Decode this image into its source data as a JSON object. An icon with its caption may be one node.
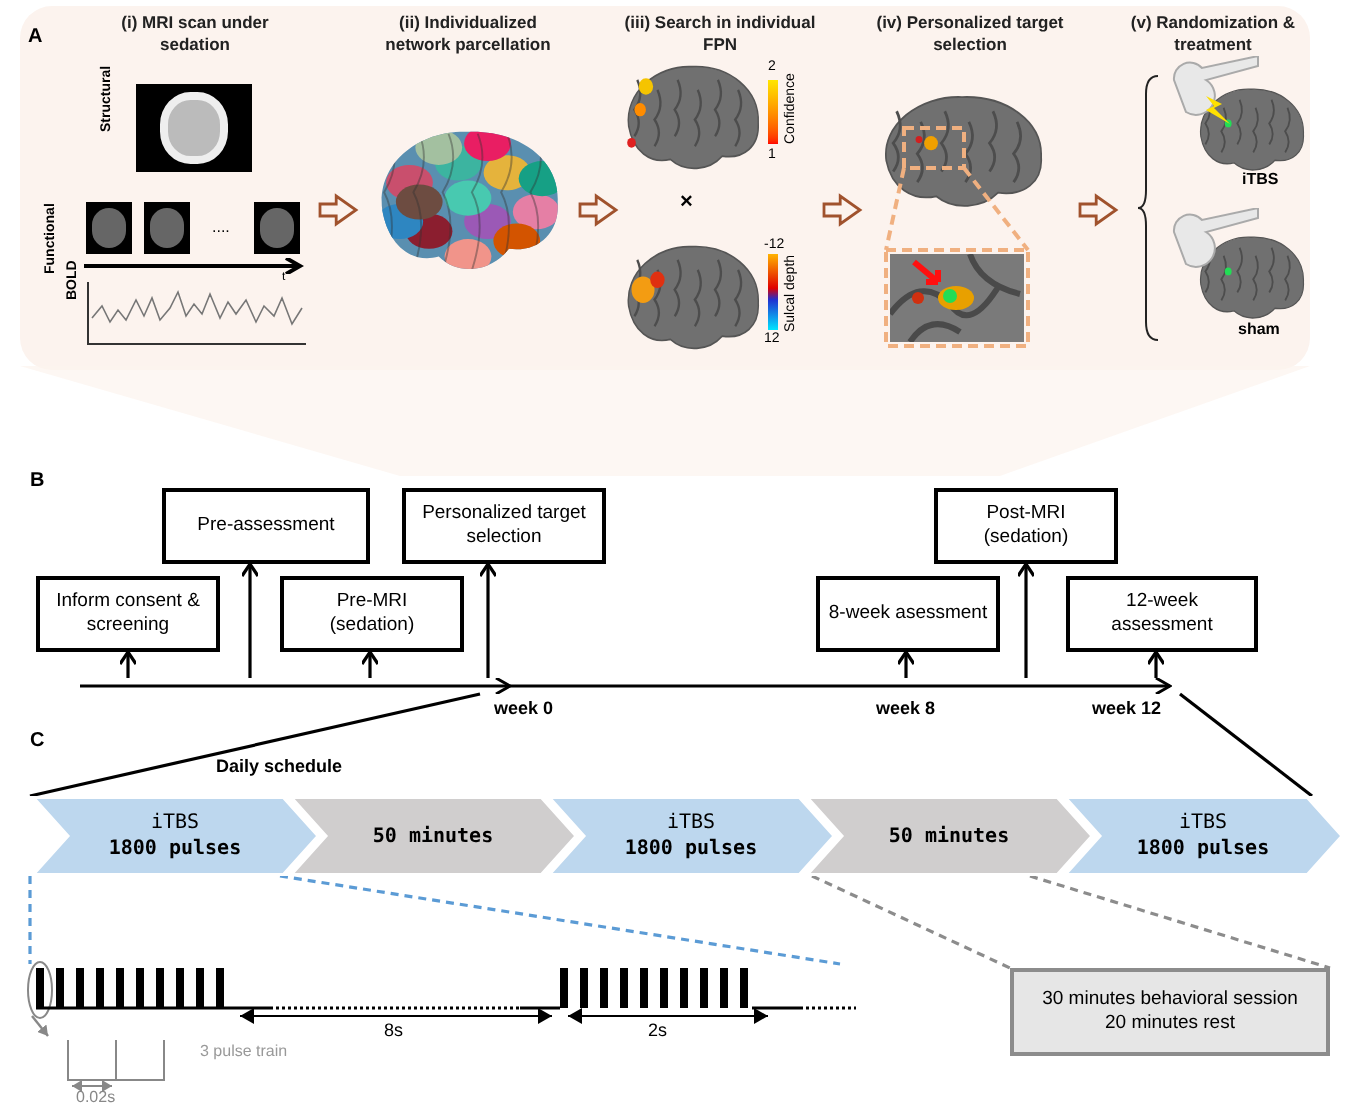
{
  "diagram": {
    "nodes": [
      {
        "text": [
          "(i) MRI scan under sedation"
        ]
      },
      {
        "text": [
          "(ii) Individualized network parcellation"
        ]
      },
      {
        "text": [
          "(iii) Search in individual FPN"
        ]
      },
      {
        "text": [
          "(iv) Personalized target selection"
        ]
      },
      {
        "text": [
          "(v) Randomization & treatment"
        ]
      },
      {
        "text": [
          "Inform consent & screening"
        ]
      },
      {
        "text": [
          "Pre-assessment"
        ]
      },
      {
        "text": [
          "Pre-MRI (sedation)"
        ]
      },
      {
        "text": [
          "Personalized target selection"
        ]
      },
      {
        "text": [
          "8-week asessment"
        ]
      },
      {
        "text": [
          "Post-MRI (sedation)"
        ]
      },
      {
        "text": [
          "12-week assessment"
        ]
      },
      {
        "text": [
          "iTBS",
          "1800 pulses"
        ]
      },
      {
        "text": [
          "50 minutes"
        ]
      },
      {
        "text": [
          "iTBS",
          "1800 pulses"
        ]
      },
      {
        "text": [
          "50 minutes"
        ]
      },
      {
        "text": [
          "iTBS",
          "1800 pulses"
        ]
      },
      {
        "text": [
          "30 minutes behavioral session",
          "20 minutes rest"
        ]
      },
      {
        "text": [],
        "shape": "bar"
      },
      {
        "text": [],
        "shape": "picture"
      }
    ],
    "edges": [
      {
        "from": 0,
        "to": 1,
        "arrow": "to"
      },
      {
        "from": 1,
        "to": 2,
        "arrow": "to"
      },
      {
        "from": 2,
        "to": 3,
        "arrow": "to"
      },
      {
        "from": 3,
        "to": 4,
        "arrow": "to"
      },
      {
        "from": 18,
        "to": 5,
        "arrow": "to"
      },
      {
        "from": 18,
        "to": 6,
        "arrow": "to"
      },
      {
        "from": 18,
        "to": 7,
        "arrow": "to"
      },
      {
        "from": 18,
        "to": 8,
        "arrow": "to"
      },
      {
        "from": 18,
        "to": 9,
        "arrow": "to"
      },
      {
        "from": 18,
        "to": 10,
        "arrow": "to"
      },
      {
        "from": 18,
        "to": 11,
        "arrow": "to"
      },
      {
        "from": 15,
        "to": 17,
        "arrow": "none",
        "style": "dashed",
        "color": "#8c8c8c"
      },
      {
        "from": 18,
        "to": 12,
        "arrow": "none"
      },
      {
        "from": 18,
        "to": 16,
        "arrow": "none"
      },
      {
        "from": 12,
        "to": 19,
        "arrow": "none",
        "style": "dashed",
        "color": "#5b9bd5"
      },
      {
        "from": 12,
        "to": 19,
        "arrow": "none",
        "style": "dashed",
        "color": "#5b9bd5"
      }
    ],
    "labels": [
      "A",
      "Structural",
      "Functional",
      "BOLD",
      "t",
      "....",
      "2",
      "Confidence",
      "1",
      "×",
      "-12",
      "Sulcal depth",
      "12",
      "iTBS",
      "sham",
      "B",
      "week 0",
      "week 8",
      "week 12",
      "C",
      "Daily schedule",
      "8s",
      "2s",
      "3 pulse train",
      "0.02s"
    ]
  }
}
